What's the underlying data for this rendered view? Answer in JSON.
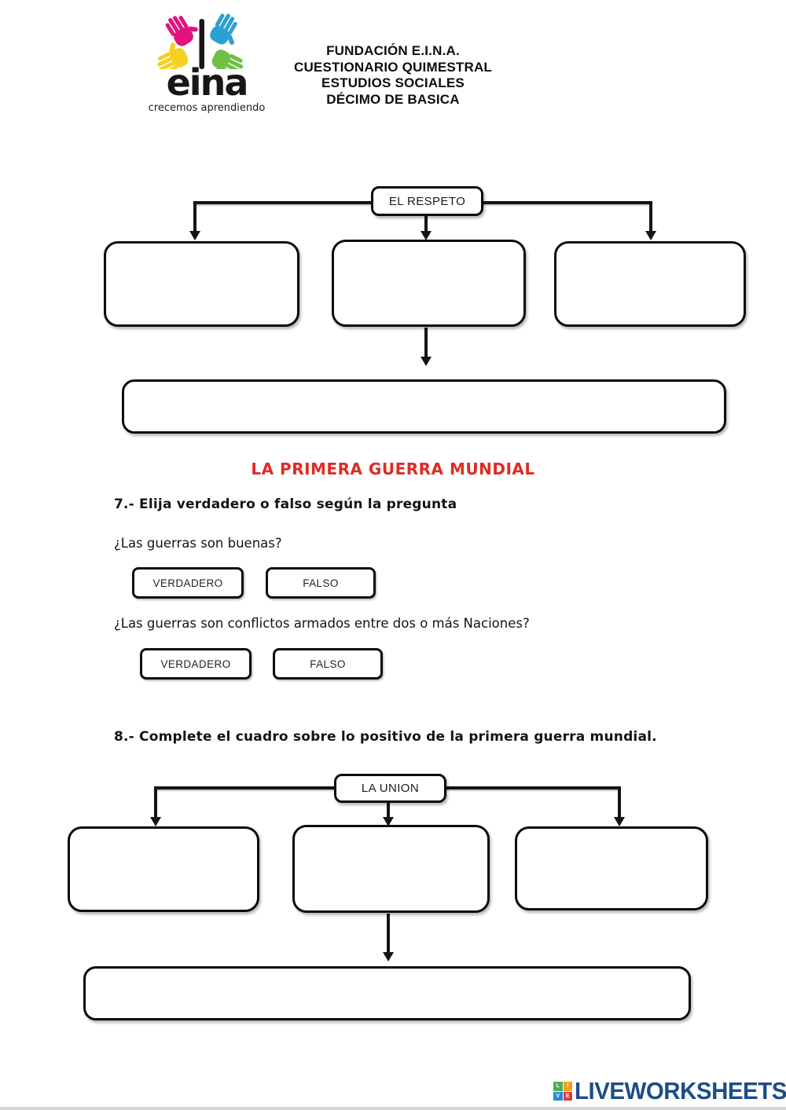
{
  "header": {
    "logo": {
      "wordmark": "eina",
      "tagline": "crecemos aprendiendo",
      "hand_colors": {
        "pink": "#e2127e",
        "blue": "#2e9fd4",
        "yellow": "#f4d023",
        "green": "#71bf44"
      }
    },
    "title_lines": [
      "FUNDACIÓN E.I.N.A.",
      "CUESTIONARIO QUIMESTRAL",
      "ESTUDIOS SOCIALES",
      "DÉCIMO DE BASICA"
    ]
  },
  "diagram1": {
    "root_label": "EL RESPETO",
    "child_boxes": [
      "",
      "",
      ""
    ],
    "summary_box": ""
  },
  "section_title": {
    "text": "LA PRIMERA GUERRA MUNDIAL",
    "color": "#df2b23"
  },
  "question7": {
    "heading": "7.- Elija verdadero o falso según la pregunta",
    "items": [
      {
        "question": "¿Las guerras son buenas?",
        "options": [
          "VERDADERO",
          "FALSO"
        ]
      },
      {
        "question": "¿Las guerras son conflictos armados entre dos o más Naciones?",
        "options": [
          "VERDADERO",
          "FALSO"
        ]
      }
    ]
  },
  "question8": {
    "heading": "8.- Complete el cuadro sobre lo positivo de la primera guerra mundial."
  },
  "diagram2": {
    "root_label": "LA UNION",
    "child_boxes": [
      "",
      "",
      ""
    ],
    "summary_box": ""
  },
  "footer": {
    "brand": "LIVEWORKSHEETS",
    "brand_color": "#1b4d88",
    "icon_letters": [
      "L",
      "I",
      "V",
      "E"
    ],
    "icon_colors": [
      "#4caf50",
      "#f59e1d",
      "#2b87d8",
      "#e23b34"
    ]
  }
}
